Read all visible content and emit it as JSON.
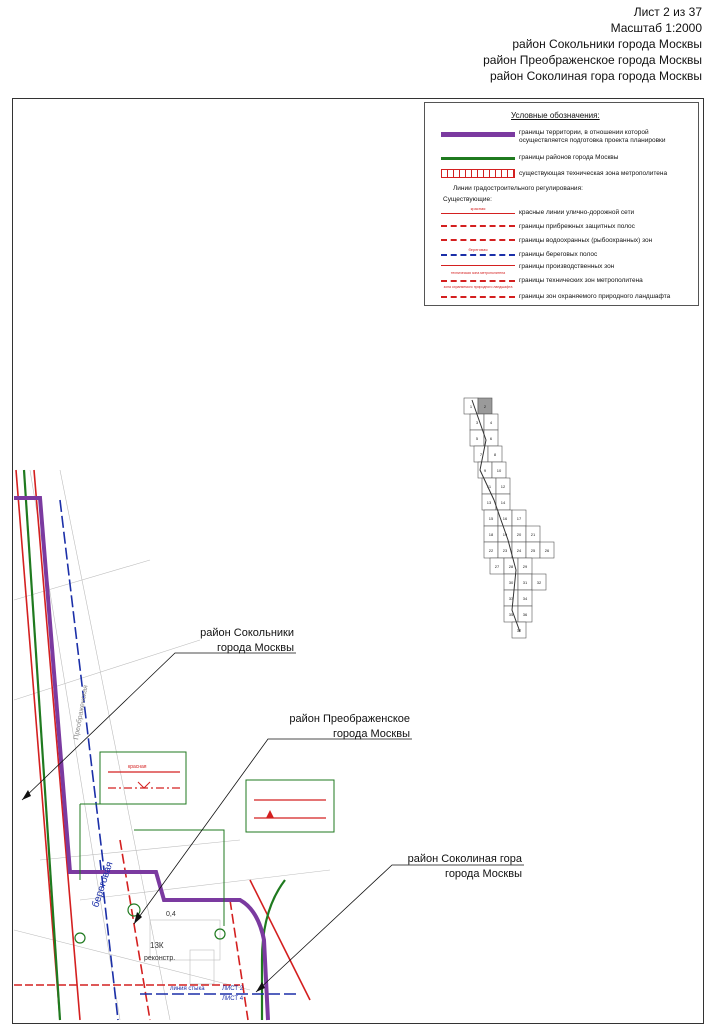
{
  "header": {
    "sheet": "Лист 2 из 37",
    "scale": "Масштаб 1:2000",
    "district1": "район Сокольники города Москвы",
    "district2": "район Преображенское города Москвы",
    "district3": "район Соколиная гора города Москвы"
  },
  "legend": {
    "title": "Условные обозначения:",
    "items": [
      {
        "text": "границы территории, в отношении которой осуществляется подготовка проекта планировки",
        "color": "#7b3aa0"
      },
      {
        "text": "границы районов города Москвы",
        "color": "#1f7a1f"
      },
      {
        "text": "существующая техническая зона метрополитена",
        "color": "#d42020"
      }
    ],
    "section": "Линии градостроительного регулирования:",
    "subsection": "Существующие:",
    "lines": [
      {
        "text": "красные линии улично-дорожной сети",
        "label": "красная"
      },
      {
        "text": "границы прибрежных защитных полос"
      },
      {
        "text": "границы водоохранных (рыбоохранных) зон"
      },
      {
        "text": "границы береговых полос",
        "label": "береговая"
      },
      {
        "text": "границы производственных зон"
      },
      {
        "text": "границы технических зон метрополитена",
        "label": "техническая зона метрополитена"
      },
      {
        "text": "границы зон охраняемого природного ландшафта",
        "label": "зона охраняемого природного ландшафта"
      }
    ]
  },
  "callouts": {
    "sokolniki": {
      "line1": "район Сокольники",
      "line2": "города Москвы"
    },
    "preobrazhenskoe": {
      "line1": "район Преображенское",
      "line2": "города Москвы"
    },
    "sokolinaya": {
      "line1": "район Соколиная гора",
      "line2": "города Москвы"
    }
  },
  "map_labels": {
    "shore": "береговая",
    "block_num": "13К",
    "block_note": "реконстр.",
    "area": "0,4",
    "sheet_a": "ЛИСТ 2",
    "sheet_b": "ЛИСТ 4",
    "street": "Преображенская",
    "joint": "линия стыка",
    "red_label": "красная"
  },
  "index_map": {
    "sheets": [
      "1",
      "2",
      "3",
      "4",
      "5",
      "6",
      "7",
      "8",
      "9",
      "10",
      "11",
      "12",
      "13",
      "14",
      "15",
      "16",
      "17",
      "18",
      "19",
      "20",
      "21",
      "22",
      "23",
      "24",
      "25",
      "26",
      "27",
      "28",
      "29",
      "30",
      "31",
      "32",
      "33",
      "34",
      "35",
      "36",
      "37"
    ],
    "highlight": "2"
  },
  "colors": {
    "purple": "#7b3aa0",
    "green": "#1f7a1f",
    "red": "#d42020",
    "blue": "#1b2fa8"
  }
}
